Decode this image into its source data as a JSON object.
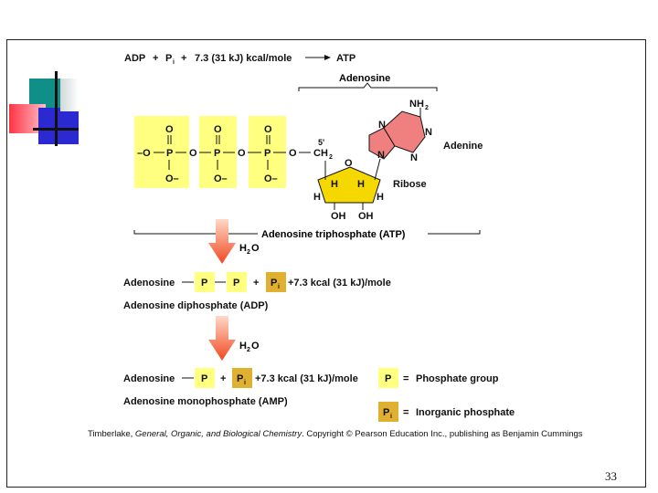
{
  "equation": {
    "lhs_a": "ADP",
    "plus1": "+",
    "lhs_pi": "P",
    "lhs_pi_sub": "i",
    "plus2": "+",
    "energy": "7.3 (31 kJ) kcal/mole",
    "product": "ATP"
  },
  "atp_structure": {
    "adenosine_label": "Adenosine",
    "nh2": "NH",
    "nh2_sub": "2",
    "n": "N",
    "adenine_label": "Adenine",
    "ribose_label": "Ribose",
    "o": "O",
    "p": "P",
    "o_minus": "O–",
    "minus_o": "–O",
    "ch2": "CH",
    "ch2_sub": "2",
    "five_prime": "5'",
    "h": "H",
    "oh": "OH",
    "atp_label": "Adenosine triphosphate (ATP)"
  },
  "step1": {
    "water": "H",
    "water_sub": "2",
    "water_o": "O",
    "adenosine": "Adenosine",
    "p": "P",
    "plus": "+",
    "pi": "P",
    "pi_sub": "i",
    "energy": "+7.3 kcal (31 kJ)/mole",
    "name": "Adenosine diphosphate (ADP)"
  },
  "step2": {
    "water": "H",
    "water_sub": "2",
    "water_o": "O",
    "adenosine": "Adenosine",
    "p": "P",
    "plus": "+",
    "pi": "P",
    "pi_sub": "i",
    "energy": "+7.3 kcal (31 kJ)/mole",
    "name": "Adenosine monophosphate (AMP)"
  },
  "legend": {
    "p": "P",
    "p_desc": "Phosphate group",
    "pi": "P",
    "pi_sub": "i",
    "pi_desc": "Inorganic phosphate",
    "equals": "="
  },
  "credit": {
    "prefix": "Timberlake, ",
    "book": "General, Organic, and Biological Chemistry",
    "suffix": ".  Copyright © Pearson Education Inc., publishing as Benjamin Cummings"
  },
  "page_number": "33",
  "colors": {
    "phosphate_fill": "#ffff80",
    "inorganic_fill": "#e0b030",
    "adenine_fill": "#f08080",
    "ribose_fill": "#f5d800",
    "arrow": "#f06030"
  }
}
